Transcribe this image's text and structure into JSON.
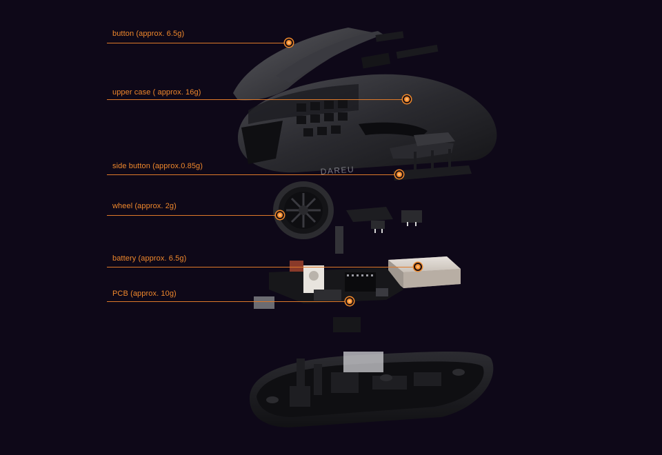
{
  "callouts": [
    {
      "id": "button",
      "label": "button (approx. 6.5g)"
    },
    {
      "id": "upper-case",
      "label": "upper case ( approx. 16g)"
    },
    {
      "id": "side-button",
      "label": "side button (approx.0.85g)"
    },
    {
      "id": "wheel",
      "label": "wheel (approx. 2g)"
    },
    {
      "id": "battery",
      "label": "battery (approx. 6.5g)"
    },
    {
      "id": "pcb",
      "label": "PCB (approx. 10g)"
    }
  ],
  "brand_mark": "DAREU",
  "colors": {
    "background": "#0e0818",
    "accent": "#f08a2c",
    "part_dark": "#1c1c20",
    "part_mid": "#2e2e33",
    "battery": "#d8d2cc"
  }
}
